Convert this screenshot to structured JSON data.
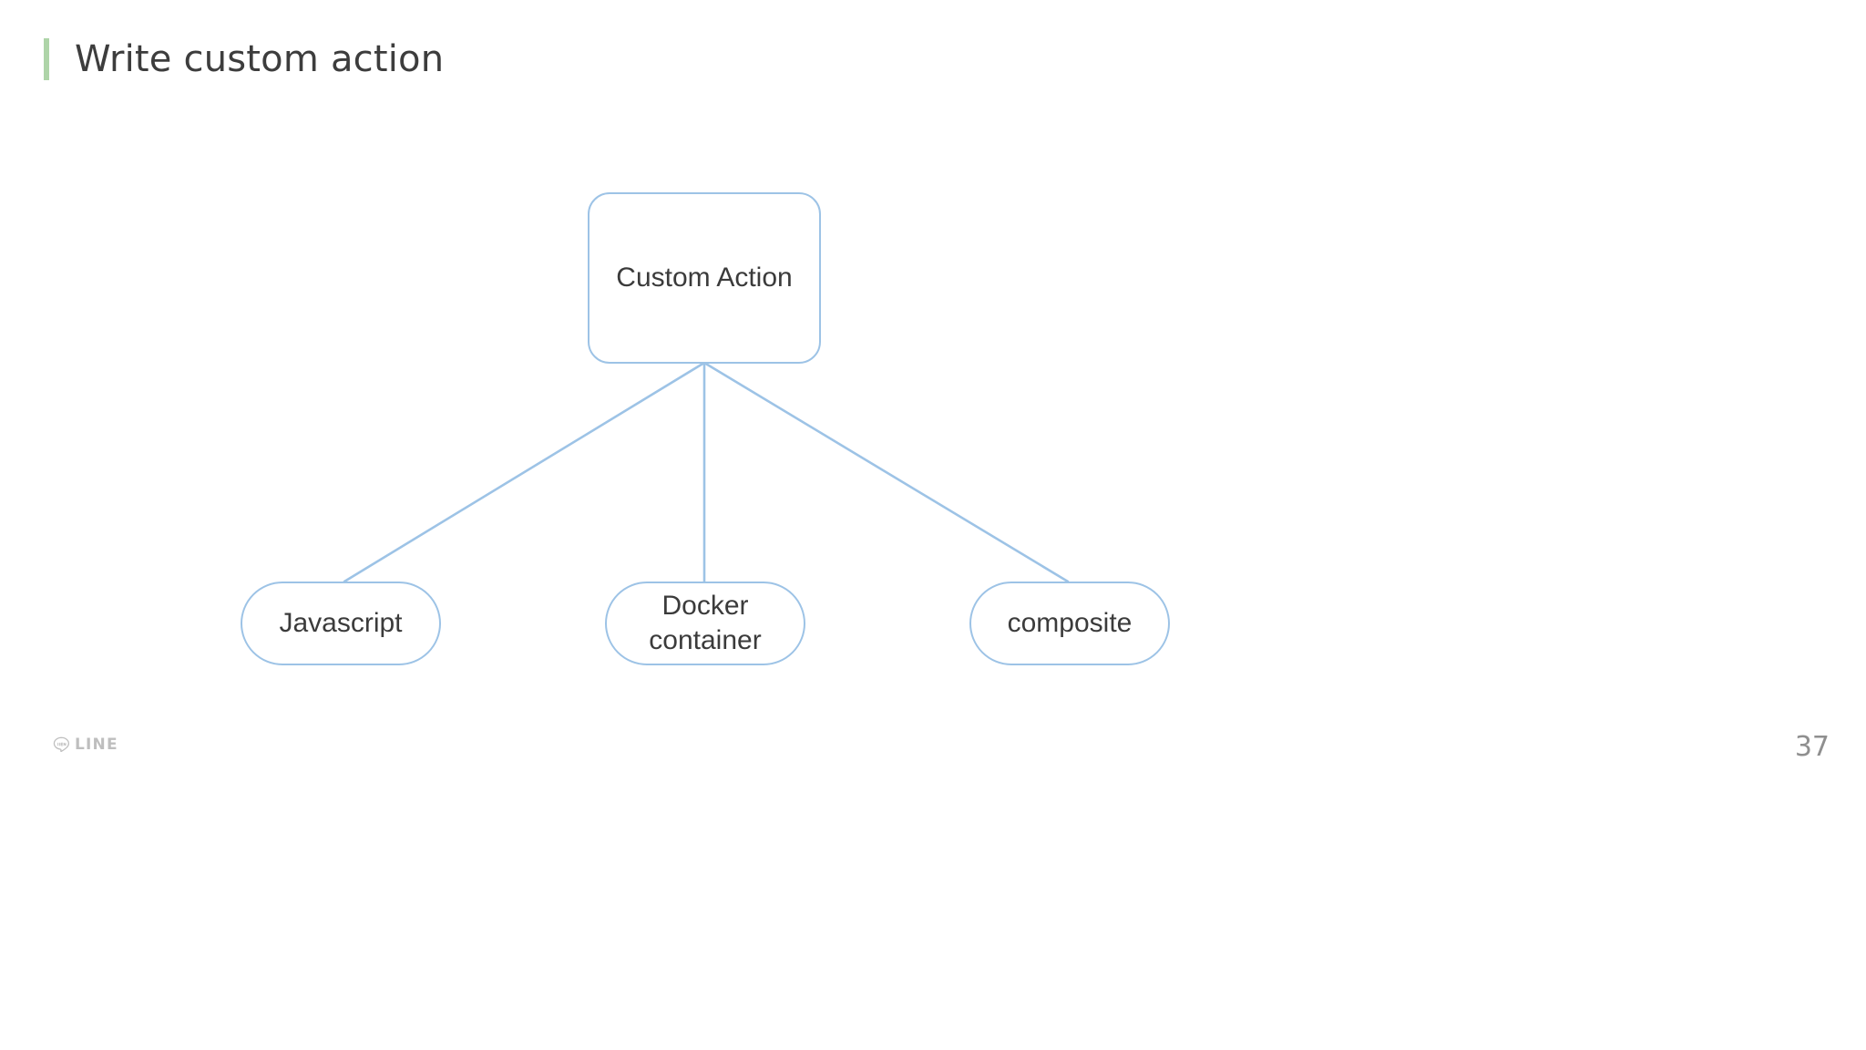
{
  "slide": {
    "title": "Write custom action",
    "accent_color": "#aed4a8",
    "background_color": "#ffffff",
    "title_color": "#3d3d3d"
  },
  "diagram": {
    "type": "tree",
    "node_border_color": "#9dc3e6",
    "node_text_color": "#3b3b3b",
    "connector_color": "#9dc3e6",
    "root": {
      "label": "Custom Action",
      "shape": "rounded-rectangle"
    },
    "children": [
      {
        "label": "Javascript",
        "shape": "pill"
      },
      {
        "label_line1": "Docker",
        "label_line2": "container",
        "shape": "pill"
      },
      {
        "label": "composite",
        "shape": "pill"
      }
    ]
  },
  "footer": {
    "logo_text": "LINE",
    "logo_icon": "line-bubble-icon",
    "page_number": "37",
    "page_number_color": "#8f8f8f"
  }
}
